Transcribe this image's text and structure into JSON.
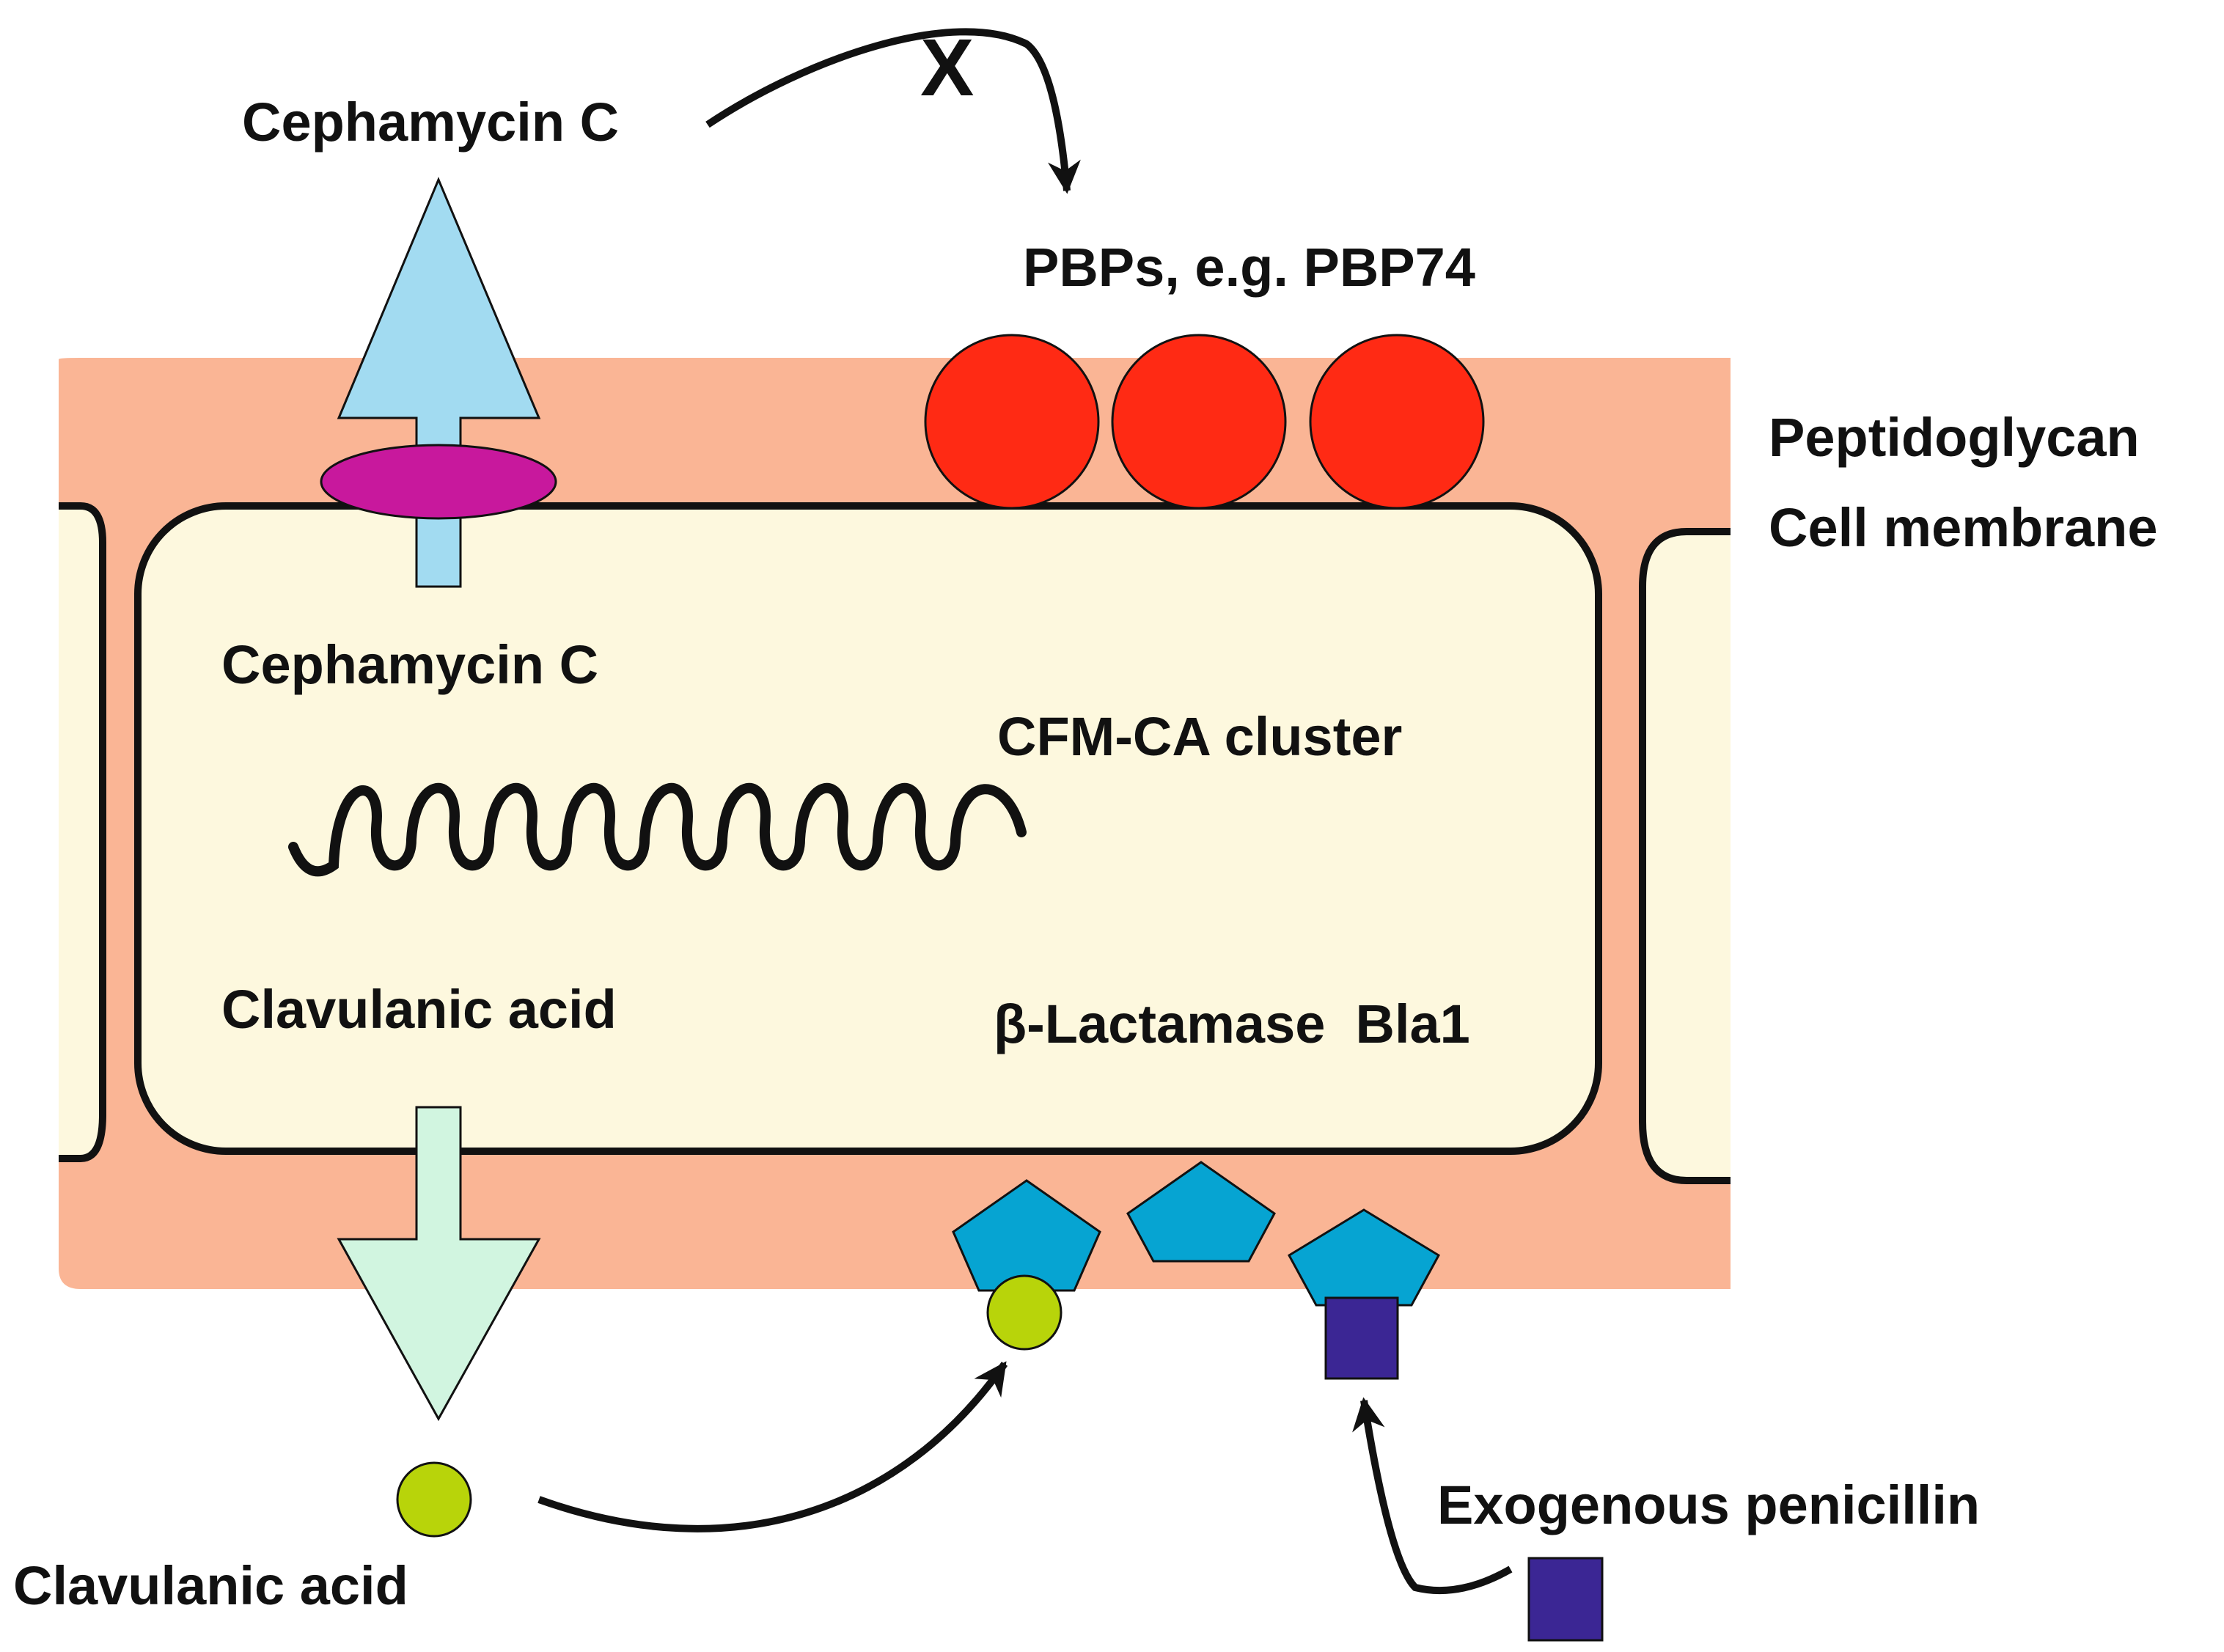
{
  "labels": {
    "cephamycin_outside": "Cephamycin C",
    "cross_mark": "X",
    "pbps": "PBPs, e.g. PBP74",
    "peptidoglycan": "Peptidoglycan",
    "cell_membrane": "Cell membrane",
    "cephamycin_inside": "Cephamycin C",
    "cluster": "CFM-CA cluster",
    "clavulanic_inside": "Clavulanic acid",
    "beta_lactamase": "β-Lactamase  Bla1",
    "exogenous_penicillin": "Exogenous penicillin",
    "clavulanic_outside": "Clavulanic acid"
  },
  "colors": {
    "peptidoglycan": "#fab595",
    "cytoplasm": "#fdf8de",
    "outline": "#111111",
    "export_arrow": "#a2dbf1",
    "import_arrow": "#d1f5e0",
    "transporter": "#c8189d",
    "pbp": "#ff2a14",
    "beta_lactamase": "#06a4d2",
    "clavulanic_acid": "#b8d40a",
    "penicillin": "#3b2694"
  },
  "counts": {
    "pbps": 3,
    "beta_lactamases": 3
  }
}
